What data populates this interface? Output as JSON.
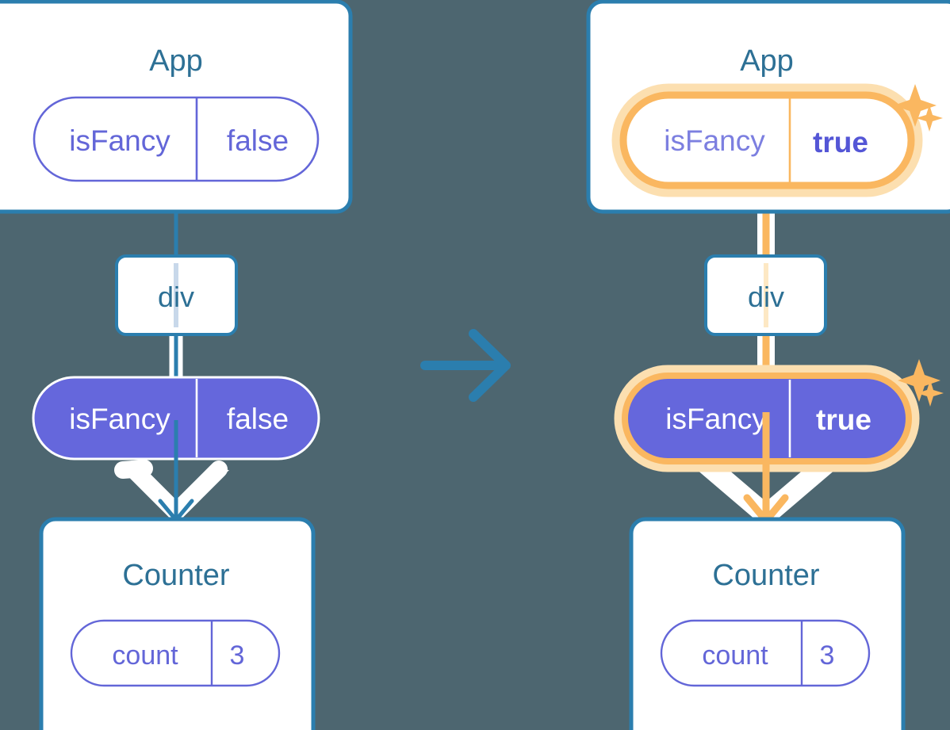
{
  "diagram": {
    "title": "React state propagation: isFancy false to true",
    "background_color": "#4D6670",
    "colors": {
      "blue": "#2B7EAE",
      "blue_text": "#2D7095",
      "purple": "#6366D8",
      "purple_fill": "#6567DC",
      "purple_text": "#6366D8",
      "white": "#FFFFFF",
      "amber": "#FAB760",
      "amber_glow": "#FCDFB0",
      "light_blue_line": "#C8D8EA",
      "light_amber_line": "#FDE8C4"
    }
  },
  "before": {
    "app": {
      "title": "App",
      "state": {
        "name": "isFancy",
        "value": "false",
        "highlighted": false
      }
    },
    "div": {
      "label": "div"
    },
    "prop_pill": {
      "name": "isFancy",
      "value": "false",
      "highlighted": false
    },
    "counter": {
      "title": "Counter",
      "state": {
        "name": "count",
        "value": "3",
        "highlighted": false
      }
    }
  },
  "transition": {
    "icon": "arrow-right-icon"
  },
  "after": {
    "app": {
      "title": "App",
      "state": {
        "name": "isFancy",
        "value": "true",
        "highlighted": true
      }
    },
    "div": {
      "label": "div"
    },
    "prop_pill": {
      "name": "isFancy",
      "value": "true",
      "highlighted": true
    },
    "counter": {
      "title": "Counter",
      "state": {
        "name": "count",
        "value": "3",
        "highlighted": false
      }
    },
    "sparkles": [
      {
        "name": "sparkle-large-app"
      },
      {
        "name": "sparkle-small-app"
      },
      {
        "name": "sparkle-large-prop"
      },
      {
        "name": "sparkle-small-prop"
      }
    ]
  }
}
